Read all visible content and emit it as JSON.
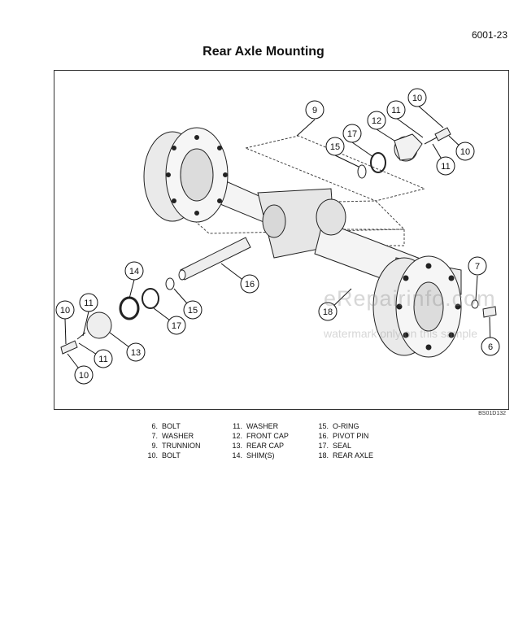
{
  "page_number": "6001-23",
  "title": "Rear Axle Mounting",
  "figure_code": "BS01D132",
  "watermark": {
    "brand": "eRepairinfo.com",
    "note": "watermark only on this sample"
  },
  "callouts": {
    "c6": "6",
    "c7": "7",
    "c9": "9",
    "c10a": "10",
    "c10b": "10",
    "c10c": "10",
    "c10d": "10",
    "c11a": "11",
    "c11b": "11",
    "c11c": "11",
    "c11d": "11",
    "c12": "12",
    "c13": "13",
    "c14": "14",
    "c15a": "15",
    "c15b": "15",
    "c16": "16",
    "c17a": "17",
    "c17b": "17",
    "c18": "18"
  },
  "legend": {
    "col1": [
      {
        "num": "6.",
        "label": "BOLT"
      },
      {
        "num": "7.",
        "label": "WASHER"
      },
      {
        "num": "9.",
        "label": "TRUNNION"
      },
      {
        "num": "10.",
        "label": "BOLT"
      }
    ],
    "col2": [
      {
        "num": "11.",
        "label": "WASHER"
      },
      {
        "num": "12.",
        "label": "FRONT CAP"
      },
      {
        "num": "13.",
        "label": "REAR CAP"
      },
      {
        "num": "14.",
        "label": "SHIM(S)"
      }
    ],
    "col3": [
      {
        "num": "15.",
        "label": "O-RING"
      },
      {
        "num": "16.",
        "label": "PIVOT PIN"
      },
      {
        "num": "17.",
        "label": "SEAL"
      },
      {
        "num": "18.",
        "label": "REAR AXLE"
      }
    ]
  }
}
